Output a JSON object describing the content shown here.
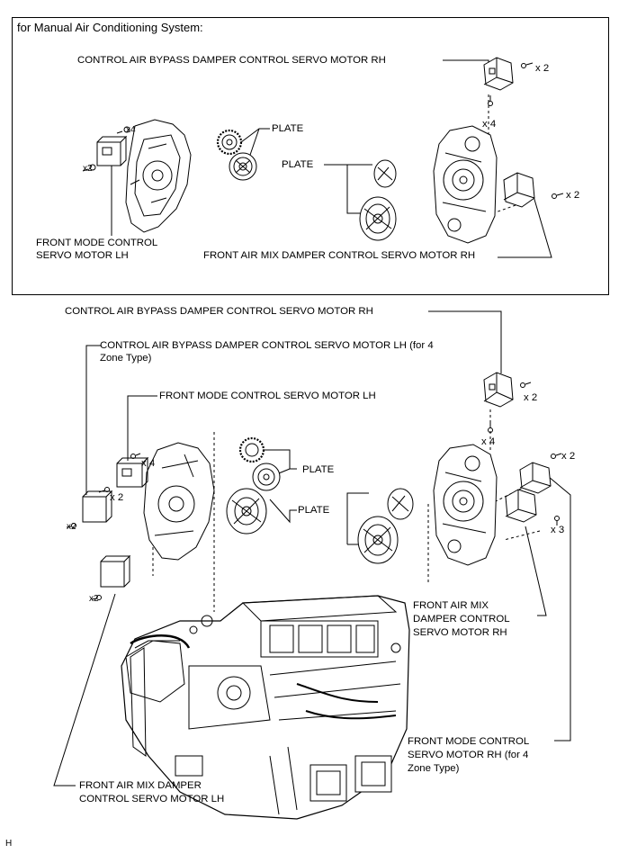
{
  "figure": {
    "section_title": "for Manual Air Conditioning System:",
    "footer_code": "H"
  },
  "upper_view": {
    "bypass_rh": "CONTROL AIR BYPASS DAMPER CONTROL SERVO MOTOR RH",
    "plate_1": "PLATE",
    "plate_2": "PLATE",
    "front_mode_lh_line1": "FRONT MODE CONTROL",
    "front_mode_lh_line2": "SERVO MOTOR LH",
    "air_mix_rh": "FRONT AIR MIX DAMPER CONTROL SERVO MOTOR RH",
    "qty_x2_a": "x 2",
    "qty_x4_a": "x 4",
    "qty_x2_b": "x 2",
    "qty_x4_left": "x4",
    "qty_x2_left": "x2"
  },
  "lower_view": {
    "bypass_rh": "CONTROL AIR BYPASS DAMPER CONTROL SERVO MOTOR RH",
    "bypass_lh_line1": "CONTROL AIR BYPASS DAMPER CONTROL SERVO MOTOR LH (for 4",
    "bypass_lh_line2": "Zone Type)",
    "front_mode_lh": "FRONT MODE CONTROL SERVO MOTOR LH",
    "plate_1": "PLATE",
    "plate_2": "PLATE",
    "air_mix_rh_line1": "FRONT AIR MIX",
    "air_mix_rh_line2": "DAMPER CONTROL",
    "air_mix_rh_line3": "SERVO MOTOR RH",
    "front_mode_rh_line1": "FRONT MODE CONTROL",
    "front_mode_rh_line2": "SERVO MOTOR RH (for 4",
    "front_mode_rh_line3": "Zone Type)",
    "air_mix_lh_line1": "FRONT AIR MIX DAMPER",
    "air_mix_lh_line2": "CONTROL SERVO MOTOR LH",
    "qty_x2_a": "x 2",
    "qty_x4": "x 4",
    "qty_x2_b": "x 2",
    "qty_x3": "x 3",
    "qty_x4_left": "x 4",
    "qty_x2_left": "x 2",
    "qty_x2_far_left": "x2",
    "qty_x2_lower_left": "x2"
  }
}
